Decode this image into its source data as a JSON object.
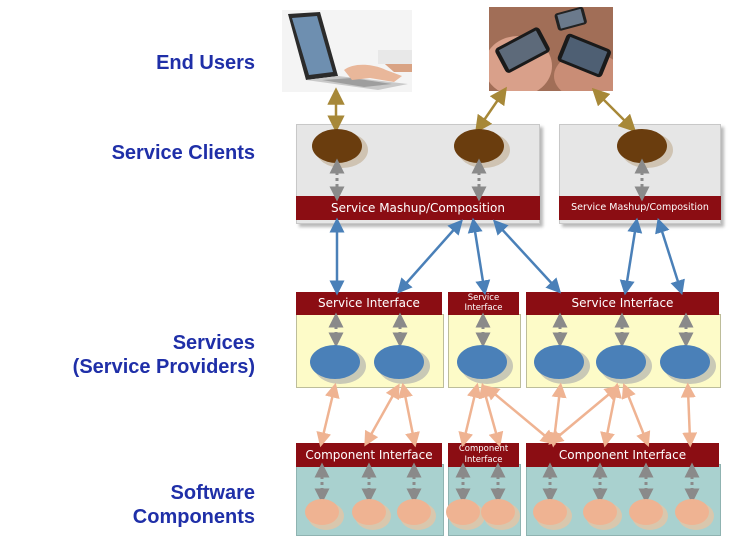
{
  "layers": {
    "end_users": "End Users",
    "service_clients": "Service Clients",
    "services_line1": "Services",
    "services_line2": "(Service Providers)",
    "software_line1": "Software",
    "software_line2": "Components"
  },
  "clients": {
    "mashup_left": "Service Mashup/Composition",
    "mashup_right": "Service Mashup/Composition"
  },
  "services": {
    "interface_left": "Service Interface",
    "interface_middle_line1": "Service",
    "interface_middle_line2": "Interface",
    "interface_right": "Service Interface"
  },
  "components": {
    "interface_left": "Component Interface",
    "interface_middle_line1": "Component",
    "interface_middle_line2": "Interface",
    "interface_right": "Component Interface"
  },
  "colors": {
    "label_blue": "#1f2fa8",
    "bar_red": "#8b0d13",
    "client_panel": "#e6e6e6",
    "service_panel": "#fdfbc8",
    "component_panel": "#a9d1cf",
    "client_node": "#6a3d0e",
    "service_node": "#4a80b8",
    "component_node": "#efb392",
    "user_arrow": "#a78838",
    "service_arrow": "#4a80b8",
    "component_arrow": "#efb392"
  }
}
